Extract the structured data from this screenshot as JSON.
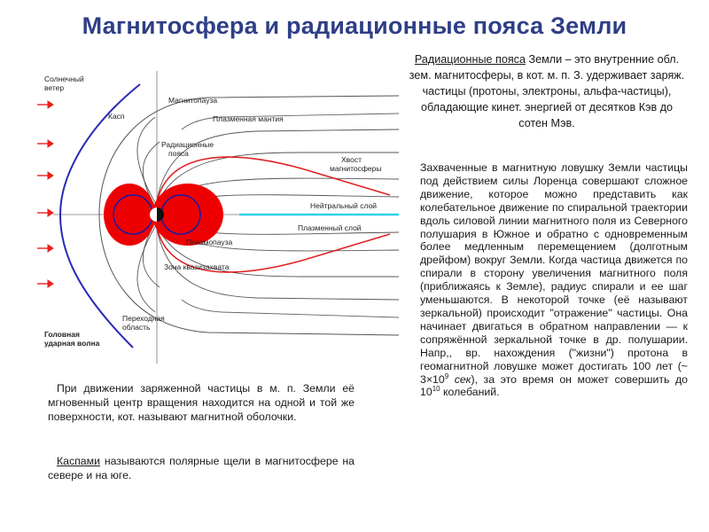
{
  "title": "Магнитосфера и радиационные пояса Земли",
  "diagram": {
    "labels": {
      "solar_wind": [
        "Солнечный",
        "ветер"
      ],
      "cusp": "Касп",
      "magnetopause": "Магнитопауза",
      "plasma_mantle": "Плазменная мантия",
      "radiation_belt": [
        "Радиационные",
        "пояса"
      ],
      "magnetotail": [
        "Хвост",
        "магнитосферы"
      ],
      "neutral_layer": "Нейтральный слой",
      "plasma_layer": "Плазменный слой",
      "plasmapause": "Плазмопауза",
      "quasi_capture_zone": "Зона квазизахвата",
      "transition_region": [
        "Переходная",
        "область"
      ],
      "bow_shock": [
        "Головная",
        "ударная волна"
      ]
    },
    "colors": {
      "belt": "#ee0000",
      "plasmasphere": "#1a1aa0",
      "bow_shock": "#2a2ab8",
      "neutral_sheet": "#2fd0ee",
      "solar_wind_arrows": "#e8211d",
      "field_lines": "#555555"
    }
  },
  "definition": {
    "term": "Радиационные пояса",
    "text": " Земли – это внутренние обл. зем. магнитосферы, в кот. м. п. З. удерживает заряж. частицы (протоны, электроны, альфа-частицы), обладающие кинет.  энергией от десятков Кэв до сотен Мэв."
  },
  "trapped": {
    "part1": "Захваченные в магнитную ловушку Земли частицы под действием силы Лоренца совершают сложное движение, которое можно представить как колебательное движение по спиральной траектории вдоль силовой линии магнитного поля из Северного полушария в Южное и обратно с одновременным более медленным перемещением (долготным дрейфом) вокруг Земли. Когда частица движется по спирали в сторону увеличения магнитного поля (приближаясь к Земле), радиус спирали и ее шаг уменьшаются. В некоторой точке (её называют зеркальной) происходит \"отражение\" частицы. Она начинает двигаться в обратном направлении — к сопряжённой зеркальной точке в др. полушарии. Напр,, вр. нахождения (\"жизни\") протона в геомагнитной ловушке может достигать 100 лет (~ 3×10",
    "exp1": "9",
    "sec": " сек",
    "part2": "), за это время он может совершить до 10",
    "exp2": "10",
    "part3": " колебаний."
  },
  "shell": "При движении заряженной частицы в м. п. Земли её мгновенный центр вращения находится на одной и той же поверхности, кот. называют магнитной оболочки.",
  "cusps": {
    "term": "Каспами",
    "text": " называются полярные щели в магнитосфере на севере и на юге."
  }
}
